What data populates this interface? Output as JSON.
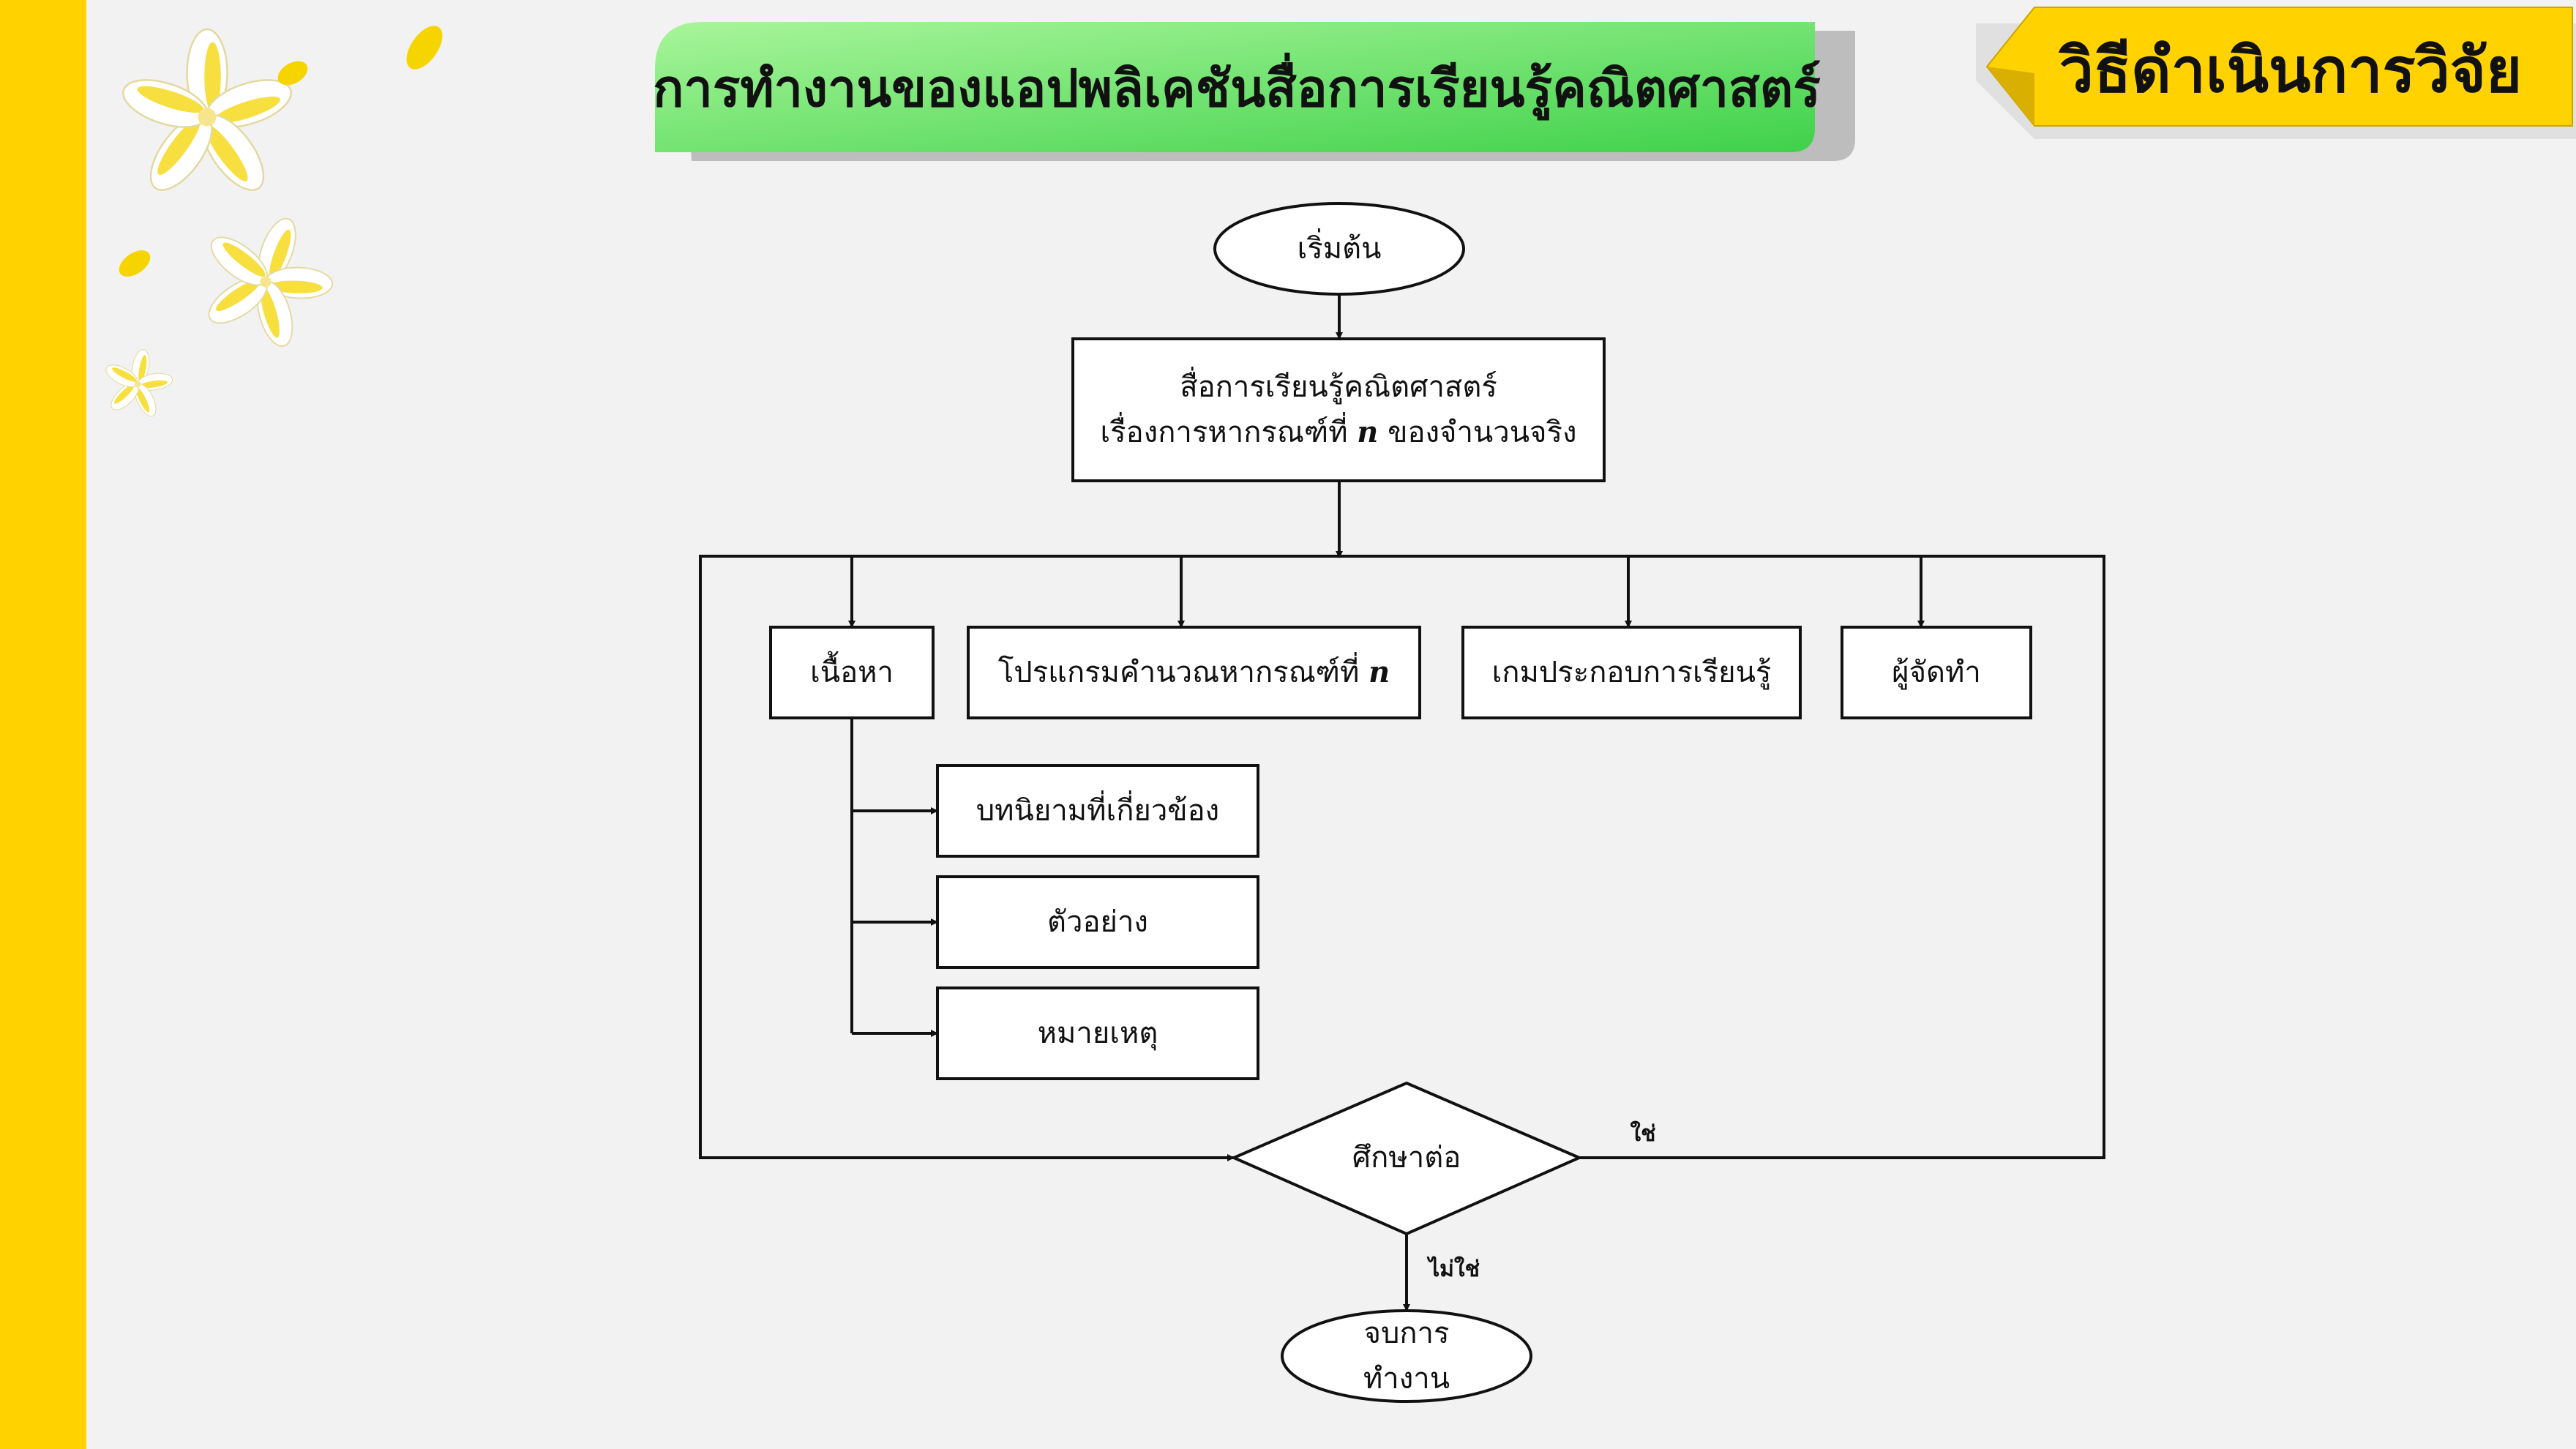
{
  "header": {
    "title": "การทำงานของแอปพลิเคชันสื่อการเรียนรู้คณิตศาสตร์",
    "tag": "วิธีดำเนินการวิจัย"
  },
  "colors": {
    "side_bar": "#ffd200",
    "title_banner": "#3fd14a",
    "tag_banner": "#ffd200",
    "background": "#f2f2f2"
  },
  "flowchart": {
    "start": "เริ่มต้น",
    "media_line1": "สื่อการเรียนรู้คณิตศาสตร์",
    "media_line2_pre": "เรื่องการหากรณฑ์ที่",
    "n_symbol": "n",
    "media_line2_post": "ของจำนวนจริง",
    "branches": {
      "content": "เนื้อหา",
      "program_pre": "โปรแกรมคำนวณหากรณฑ์ที่",
      "game": "เกมประกอบการเรียนรู้",
      "author": "ผู้จัดทำ"
    },
    "content_items": [
      "บทนิยามที่เกี่ยวข้อง",
      "ตัวอย่าง",
      "หมายเหตุ"
    ],
    "decision": "ศึกษาต่อ",
    "yes_label": "ใช่",
    "no_label": "ไม่ใช่",
    "end_line1": "จบการ",
    "end_line2": "ทำงาน"
  }
}
